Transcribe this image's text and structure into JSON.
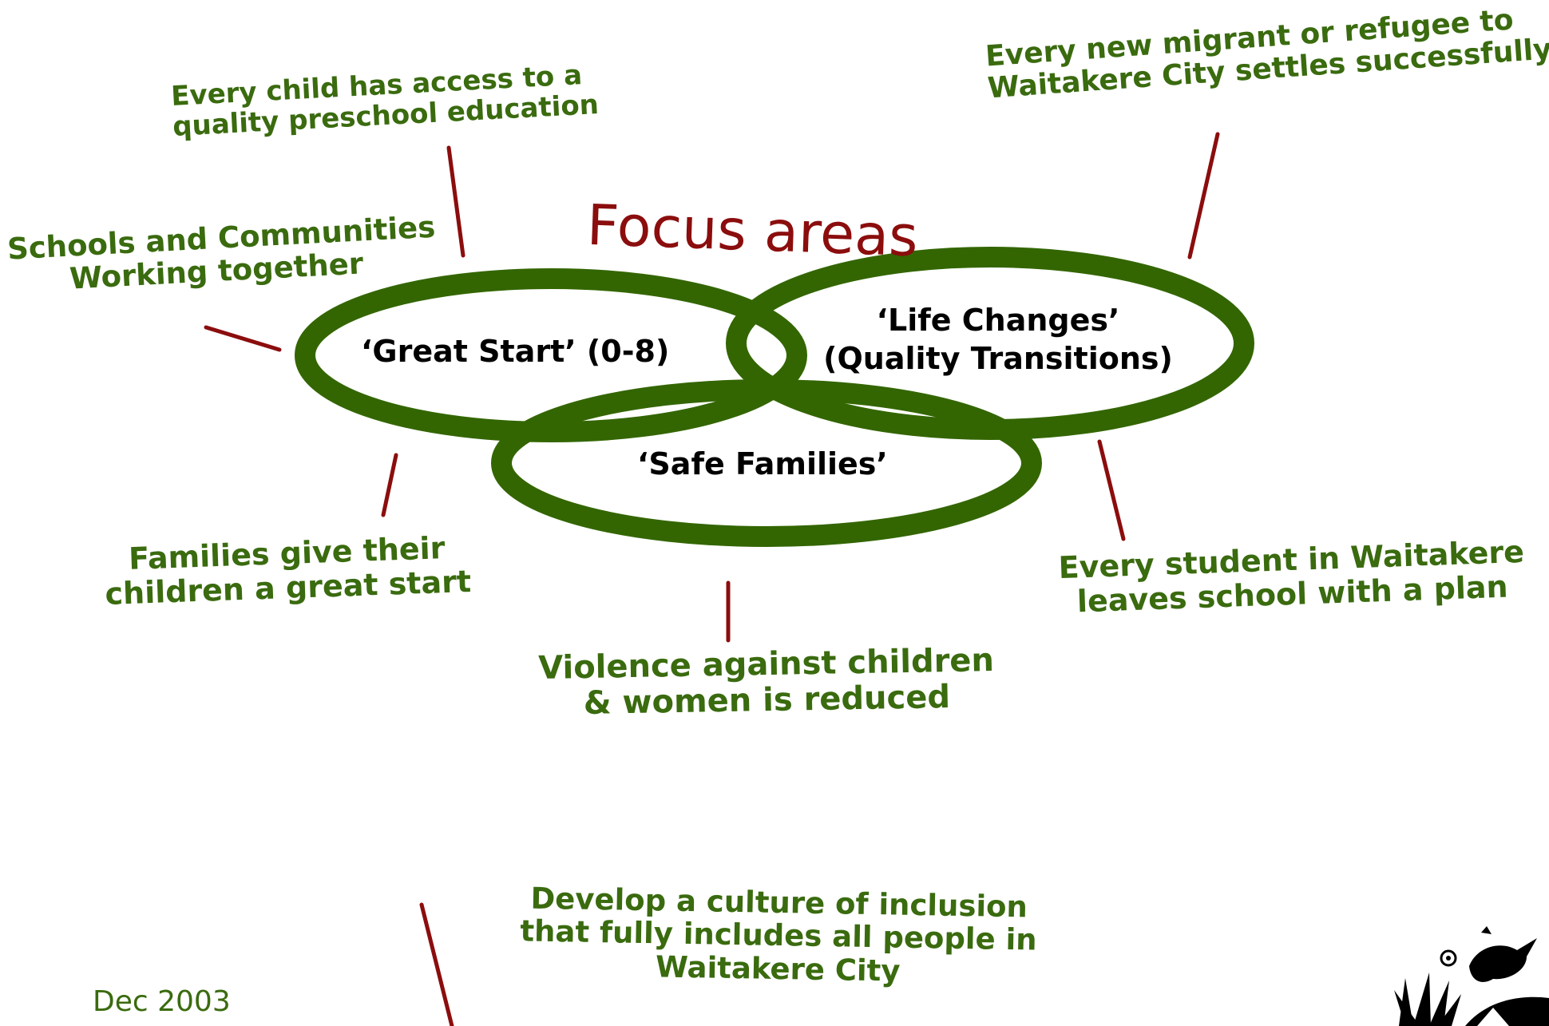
{
  "diagram": {
    "title": "Focus areas",
    "date": "Dec 2003",
    "circles": {
      "great_start": "‘Great Start’ (0-8)",
      "life_changes": [
        "‘Life Changes’",
        "(Quality Transitions)"
      ],
      "safe_families": "‘Safe Families’"
    },
    "goals": {
      "preschool": [
        "Every child has access to a",
        "quality preschool education"
      ],
      "schools_communities": [
        "Schools and Communities",
        "Working together"
      ],
      "migrant": [
        "Every new migrant or refugee to",
        "Waitakere City settles successfully"
      ],
      "families": [
        "Families give their",
        "children a great start"
      ],
      "violence": [
        "Violence against children",
        "& women is reduced"
      ],
      "student": [
        "Every student in Waitakere",
        "leaves school with a plan"
      ],
      "inclusion": [
        "Develop a culture of inclusion",
        "that fully includes all people in",
        "Waitakere City"
      ]
    },
    "colors": {
      "circle_stroke": "#336600",
      "goal_text": "#3a6b0f",
      "title": "#8b0d0d",
      "connector": "#8b0d0d"
    },
    "icons": {
      "logo": "bird-harakeke-logo"
    }
  }
}
